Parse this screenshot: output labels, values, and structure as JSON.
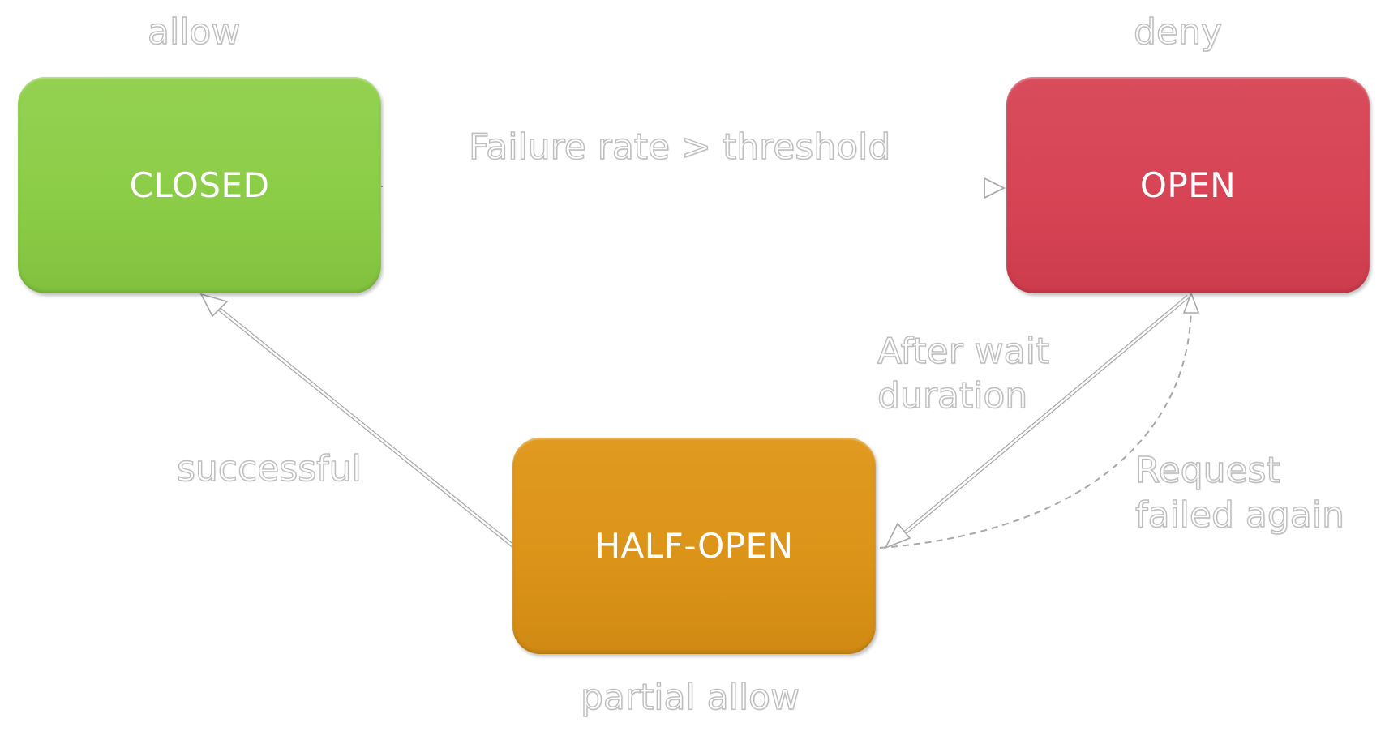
{
  "states": {
    "closed": {
      "label": "CLOSED",
      "note": "allow",
      "color": "#8ccd47"
    },
    "open": {
      "label": "OPEN",
      "note": "deny",
      "color": "#d74455"
    },
    "half_open": {
      "label": "HALF-OPEN",
      "note": "partial allow",
      "color": "#dc9418"
    }
  },
  "transitions": {
    "closed_to_open": {
      "label": "Failure rate > threshold"
    },
    "open_to_half_open": {
      "label_line1": "After wait",
      "label_line2": "duration"
    },
    "half_open_to_open": {
      "label_line1": "Request",
      "label_line2": "failed again"
    },
    "half_open_to_closed": {
      "label": "successful"
    }
  },
  "styles": {
    "arrow_stroke": "#bdbdbd",
    "text_outline": "#bdbdbd"
  }
}
